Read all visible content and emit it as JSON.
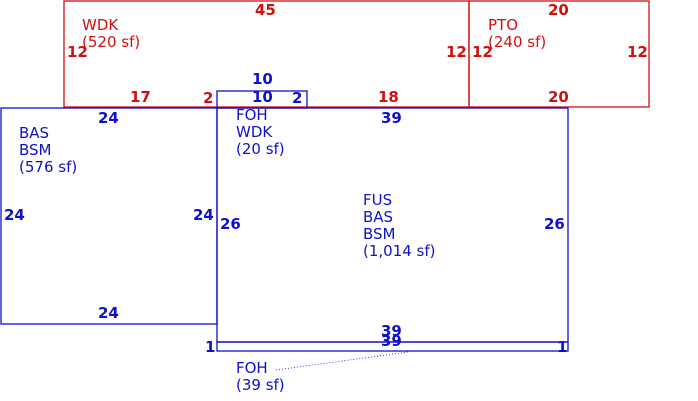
{
  "colors": {
    "living": "#1010c8",
    "exterior": "#d01010",
    "background": "#ffffff"
  },
  "areas": {
    "wdk": {
      "code": "WDK",
      "area": "(520 sf)"
    },
    "pto": {
      "code": "PTO",
      "area": "(240 sf)"
    },
    "bas_bsm": {
      "code1": "BAS",
      "code2": "BSM",
      "area": "(576 sf)"
    },
    "foh_wdk": {
      "code1": "FOH",
      "code2": "WDK",
      "area": "(20 sf)"
    },
    "fus_bas_bsm": {
      "code1": "FUS",
      "code2": "BAS",
      "code3": "BSM",
      "area": "(1,014 sf)"
    },
    "foh_bottom": {
      "code": "FOH",
      "area": "(39 sf)"
    }
  },
  "dimensions": {
    "wdk_top": "45",
    "wdk_left": "12",
    "wdk_right": "12",
    "wdk_bottom_left": "17",
    "wdk_bottom_mid": "2",
    "wdk_bottom_right": "18",
    "pto_top": "20",
    "pto_left": "12",
    "pto_right": "12",
    "pto_bottom": "20",
    "bas_top": "24",
    "bas_left": "24",
    "bas_right": "24",
    "bas_bottom": "24",
    "foh_wdk_top": "10",
    "foh_wdk_bottom": "10",
    "foh_wdk_right": "2",
    "fus_top": "39",
    "fus_left": "26",
    "fus_right": "26",
    "fus_bottom": "39",
    "foh_strip_top": "39",
    "foh_strip_left": "1",
    "foh_strip_right": "1"
  }
}
